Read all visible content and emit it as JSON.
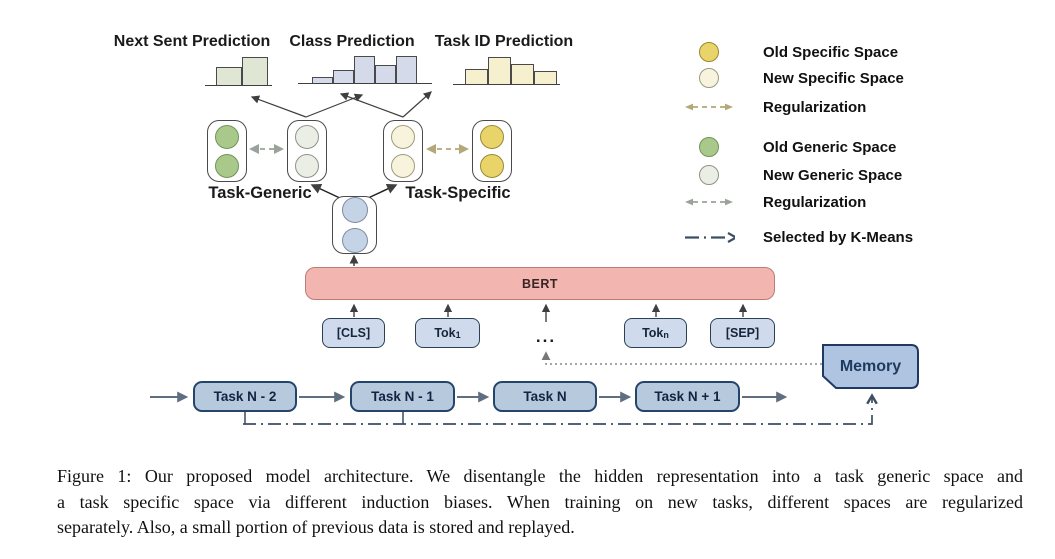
{
  "figure": {
    "prediction_heads": [
      {
        "label": "Next Sent Prediction",
        "bars": [
          18,
          28
        ]
      },
      {
        "label": "Class Prediction",
        "bars": [
          6,
          13,
          27,
          18,
          27
        ]
      },
      {
        "label": "Task ID Prediction",
        "bars": [
          15,
          27,
          20,
          13
        ]
      }
    ],
    "space_labels": {
      "generic": "Task-Generic",
      "specific": "Task-Specific"
    },
    "bert_label": "BERT",
    "tokens": [
      {
        "label": "[CLS]",
        "sub": ""
      },
      {
        "label": "Tok",
        "sub": "1"
      },
      {
        "label": "...",
        "sub": ""
      },
      {
        "label": "Tok",
        "sub": "n"
      },
      {
        "label": "[SEP]",
        "sub": ""
      }
    ],
    "tasks": [
      "Task N - 2",
      "Task N - 1",
      "Task N",
      "Task N + 1"
    ],
    "memory_label": "Memory",
    "legend": [
      {
        "swatch": "old-specific-circle",
        "label": "Old Specific Space",
        "color": "#e9d469"
      },
      {
        "swatch": "new-specific-circle",
        "label": "New Specific Space",
        "color": "#f7f3dd"
      },
      {
        "swatch": "regularization-arrow-specific",
        "label": "Regularization",
        "color": "#b3a878"
      },
      {
        "swatch": "old-generic-circle",
        "label": "Old Generic Space",
        "color": "#a9c98b"
      },
      {
        "swatch": "new-generic-circle",
        "label": "New Generic Space",
        "color": "#eaeee4"
      },
      {
        "swatch": "regularization-arrow-generic",
        "label": "Regularization",
        "color": "#9aa39a"
      },
      {
        "swatch": "kmeans-arrow",
        "label": "Selected by K-Means",
        "color": "#3d4f66"
      }
    ],
    "colors": {
      "bert_fill": "#f2b5b0",
      "bert_border": "#bd7b76",
      "token_fill": "#cfdbec",
      "token_border": "#2b3f58",
      "task_fill": "#b7c9dd",
      "task_border": "#24456b",
      "memory_fill": "#aec4e0",
      "memory_border": "#1f3864",
      "hidden_circle": "#c5d3e6",
      "chart_next_sent": "#dfe6d3",
      "chart_class": "#d4daea",
      "chart_task_id": "#f7f0cf"
    }
  },
  "caption": {
    "lines": [
      "Figure 1: Our proposed model architecture. We disentangle the hidden representation into a task generic space and",
      "a task specific space via different induction biases.  When training on new tasks, different spaces are regularized",
      "separately.  Also, a small portion of previous data is stored and replayed."
    ]
  }
}
